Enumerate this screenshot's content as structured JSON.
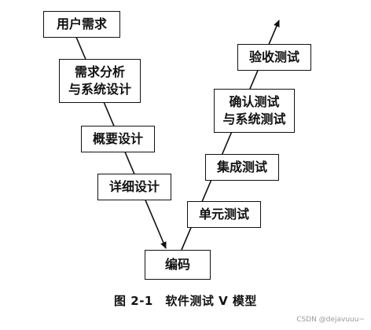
{
  "left_stages": [
    {
      "id": "requirements",
      "label": "用户需求"
    },
    {
      "id": "req-analysis",
      "label": "需求分析\n与系统设计"
    },
    {
      "id": "high-level-design",
      "label": "概要设计"
    },
    {
      "id": "detailed-design",
      "label": "详细设计"
    }
  ],
  "bottom_stage": {
    "id": "coding",
    "label": "编码"
  },
  "right_stages": [
    {
      "id": "unit-test",
      "label": "单元测试"
    },
    {
      "id": "integration-test",
      "label": "集成测试"
    },
    {
      "id": "system-test",
      "label": "确认测试\n与系统测试"
    },
    {
      "id": "acceptance-test",
      "label": "验收测试"
    }
  ],
  "caption": "图 2-1　软件测试 V 模型",
  "watermark": "CSDN @dejavuuu~",
  "colors": {
    "line": "#111111",
    "box_border": "#111111",
    "background": "#ffffff"
  }
}
